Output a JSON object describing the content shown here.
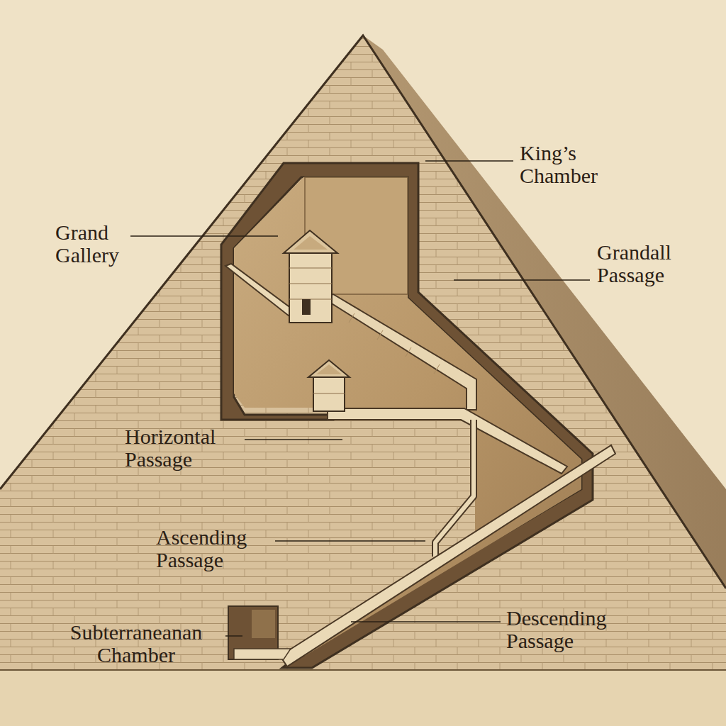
{
  "diagram": {
    "labels": [
      "King’s Chamber",
      "Grand Gallery",
      "Grandall Passage",
      "Horizontal Passage",
      "Ascending Passage",
      "Subterraneanan Chamber",
      "Descending Passage"
    ]
  }
}
